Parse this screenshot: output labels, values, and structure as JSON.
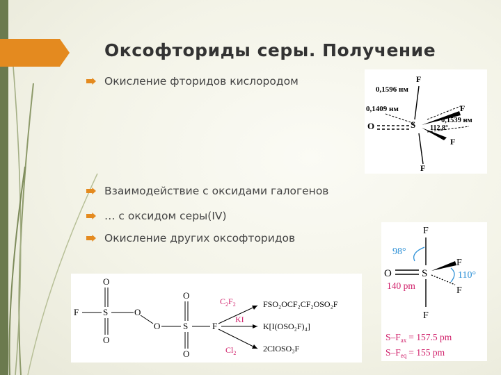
{
  "slide": {
    "title": "Оксофториды серы. Получение",
    "bullets": [
      "Окисление фторидов кислородом",
      "Взаимодействие с оксидами галогенов",
      "… с оксидом серы(IV)",
      "Окисление других оксофторидов"
    ]
  },
  "fig_so2f4": {
    "atoms": {
      "S": "S",
      "O": "O",
      "F": "F"
    },
    "labels": {
      "ax": "0,1596 нм",
      "so": "0,1409 нм",
      "eq": "0,1539 нм",
      "angle": "112,8°"
    }
  },
  "fig_sof4": {
    "atoms": {
      "S": "S",
      "O": "O",
      "F": "F"
    },
    "angle_98": "98°",
    "angle_110": "110°",
    "so_len": "140 pm",
    "len_ax_prefix": "S–F",
    "len_ax_sub": "ax",
    "len_ax_value": "= 157.5 pm",
    "len_eq_prefix": "S–F",
    "len_eq_sub": "eq",
    "len_eq_value": "= 155 pm",
    "colors": {
      "angles": "#2a8fd6",
      "lengths": "#d0206a"
    }
  },
  "reaction": {
    "atoms": {
      "F": "F",
      "S": "S",
      "O": "O"
    },
    "reagent1_main": "C",
    "reagent1_sub": "2",
    "reagent1_main2": "F",
    "reagent1_sub2": "2",
    "product1": "FSO₂OCF₂CF₂OSO₂F",
    "reagent2": "KI",
    "product2": "K[I(OSO₂F)₄]",
    "reagent3_main": "Cl",
    "reagent3_sub": "2",
    "product3": "2ClOSO₃F",
    "reagent_color": "#d0206a"
  }
}
